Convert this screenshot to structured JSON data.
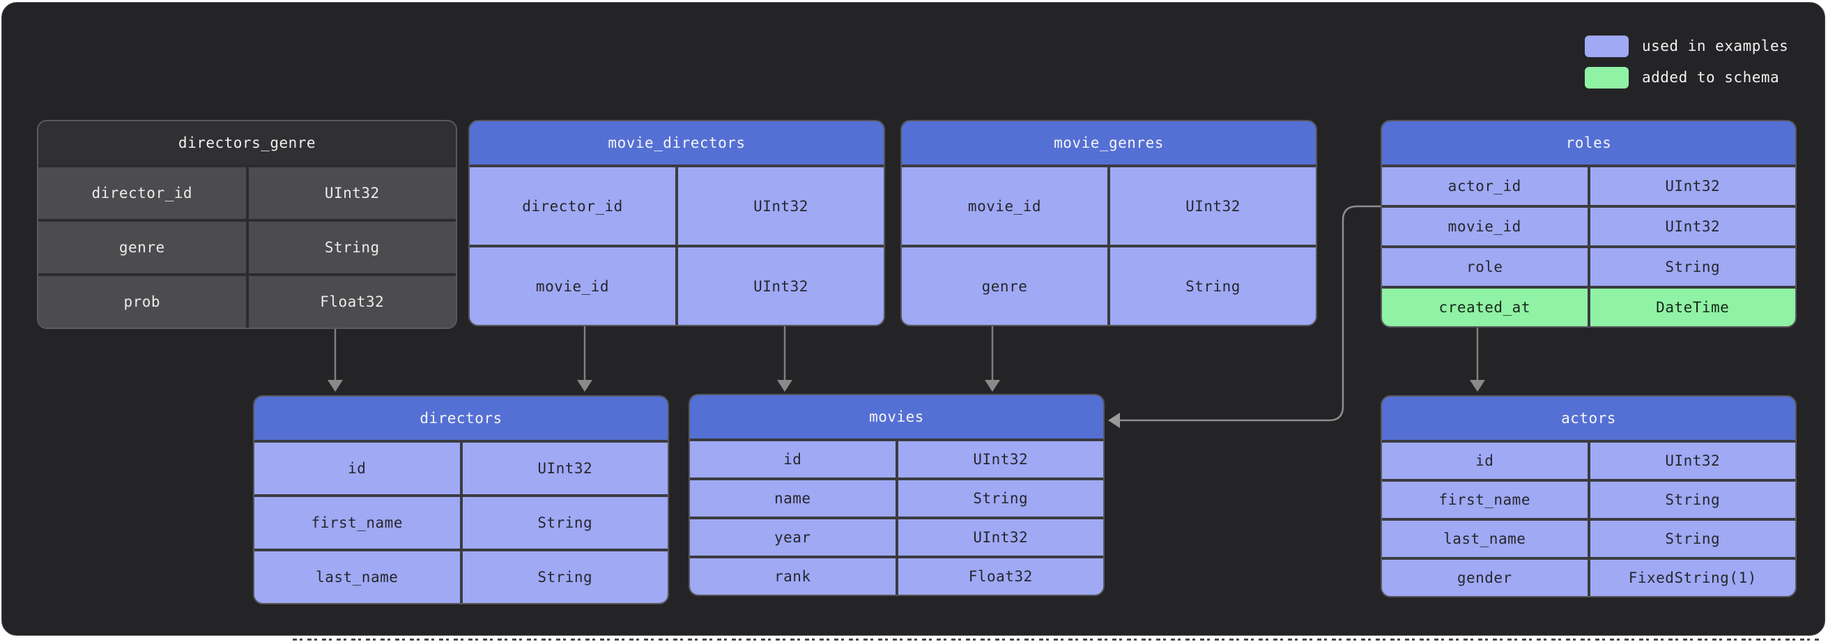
{
  "legend": {
    "items": [
      {
        "label": "used in examples",
        "color": "#9fa9f4"
      },
      {
        "label": "added to schema",
        "color": "#90f2a4"
      }
    ]
  },
  "colors": {
    "used_in_examples": "#9fa9f4",
    "added_to_schema": "#90f2a4",
    "table_header_blue": "#5570d4",
    "plain_table_row": "#4c4c4f",
    "canvas_background": "#242427"
  },
  "tables": [
    {
      "name": "directors_genre",
      "style": "plain",
      "fields": [
        {
          "name": "director_id",
          "type": "UInt32"
        },
        {
          "name": "genre",
          "type": "String"
        },
        {
          "name": "prob",
          "type": "Float32"
        }
      ]
    },
    {
      "name": "movie_directors",
      "style": "used_in_examples",
      "fields": [
        {
          "name": "director_id",
          "type": "UInt32"
        },
        {
          "name": "movie_id",
          "type": "UInt32"
        }
      ]
    },
    {
      "name": "movie_genres",
      "style": "used_in_examples",
      "fields": [
        {
          "name": "movie_id",
          "type": "UInt32"
        },
        {
          "name": "genre",
          "type": "String"
        }
      ]
    },
    {
      "name": "roles",
      "style": "used_in_examples",
      "fields": [
        {
          "name": "actor_id",
          "type": "UInt32"
        },
        {
          "name": "movie_id",
          "type": "UInt32"
        },
        {
          "name": "role",
          "type": "String"
        },
        {
          "name": "created_at",
          "type": "DateTime",
          "status": "added_to_schema"
        }
      ]
    },
    {
      "name": "directors",
      "style": "used_in_examples",
      "fields": [
        {
          "name": "id",
          "type": "UInt32"
        },
        {
          "name": "first_name",
          "type": "String"
        },
        {
          "name": "last_name",
          "type": "String"
        }
      ]
    },
    {
      "name": "movies",
      "style": "used_in_examples",
      "fields": [
        {
          "name": "id",
          "type": "UInt32"
        },
        {
          "name": "name",
          "type": "String"
        },
        {
          "name": "year",
          "type": "UInt32"
        },
        {
          "name": "rank",
          "type": "Float32"
        }
      ]
    },
    {
      "name": "actors",
      "style": "used_in_examples",
      "fields": [
        {
          "name": "id",
          "type": "UInt32"
        },
        {
          "name": "first_name",
          "type": "String"
        },
        {
          "name": "last_name",
          "type": "String"
        },
        {
          "name": "gender",
          "type": "FixedString(1)"
        }
      ]
    }
  ],
  "connections": [
    {
      "from": "directors_genre",
      "to": "directors"
    },
    {
      "from": "movie_directors.director_id",
      "to": "directors"
    },
    {
      "from": "movie_directors.movie_id",
      "to": "movies"
    },
    {
      "from": "movie_genres.movie_id",
      "to": "movies"
    },
    {
      "from": "roles.movie_id",
      "to": "movies"
    },
    {
      "from": "roles.actor_id",
      "to": "actors"
    }
  ]
}
